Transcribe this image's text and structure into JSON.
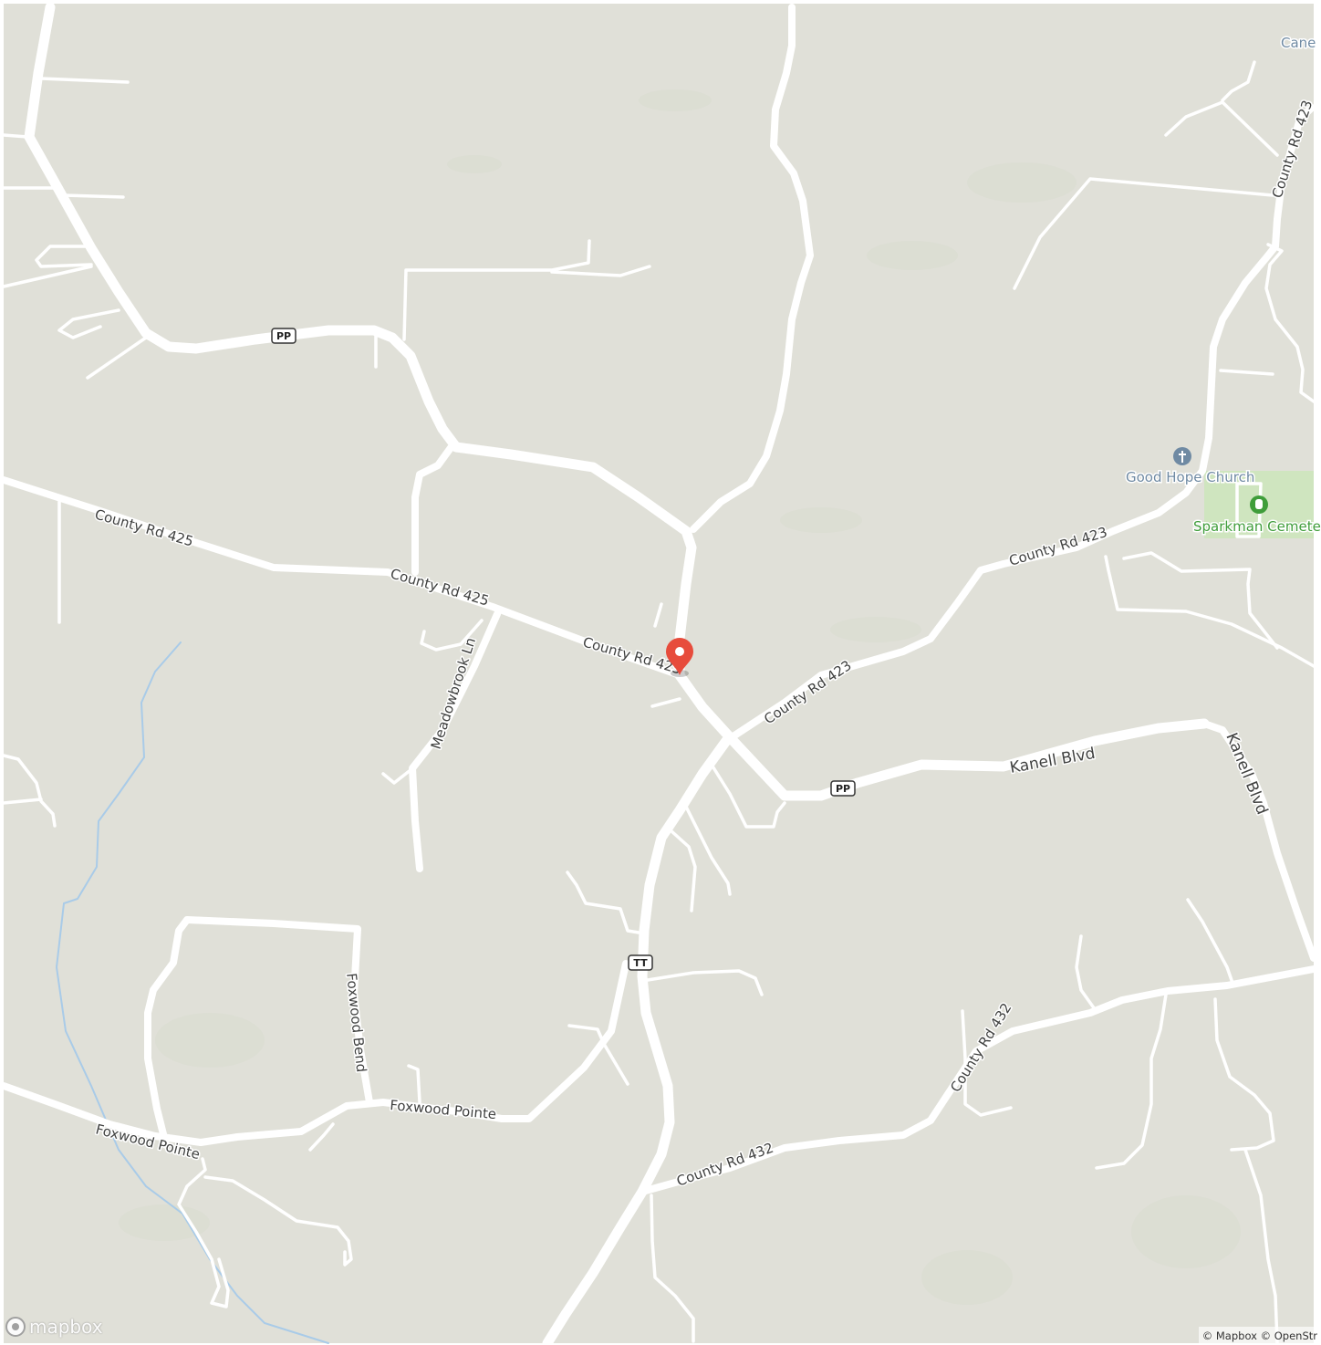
{
  "map": {
    "colors": {
      "land": "#e0e0d8",
      "road": "#ffffff",
      "water": "#a9cbe8",
      "park": "#cfe5bf",
      "marker": "#e74c3c",
      "poi_church": "#6f8aa3",
      "poi_cemetery": "#3f9d3a"
    },
    "labels": {
      "county_rd_425_a": "County Rd 425",
      "county_rd_425_b": "County Rd 425",
      "county_rd_425_c": "County Rd 425",
      "meadowbrook_ln": "Meadowbrook Ln",
      "county_rd_423_a": "County Rd 423",
      "county_rd_423_b": "County Rd 423",
      "county_rd_423_c": "County Rd 423",
      "kanell_blvd_a": "Kanell Blvd",
      "kanell_blvd_b": "Kanell Blvd",
      "county_rd_432_a": "County Rd 432",
      "county_rd_432_b": "County Rd 432",
      "foxwood_bend": "Foxwood Bend",
      "foxwood_pointe_a": "Foxwood Pointe",
      "foxwood_pointe_b": "Foxwood Pointe",
      "cane": "Cane"
    },
    "shields": {
      "pp_north": "PP",
      "pp_east": "PP",
      "tt": "TT"
    },
    "pois": {
      "church": {
        "name": "Good Hope Church",
        "icon": "church-icon"
      },
      "cemetery": {
        "name": "Sparkman Cemeter",
        "icon": "cemetery-icon"
      }
    },
    "marker": {
      "icon": "location-pin-icon"
    },
    "logo": {
      "text": "mapbox",
      "icon": "mapbox-logo-icon"
    },
    "attribution": "© Mapbox © OpenStr"
  }
}
